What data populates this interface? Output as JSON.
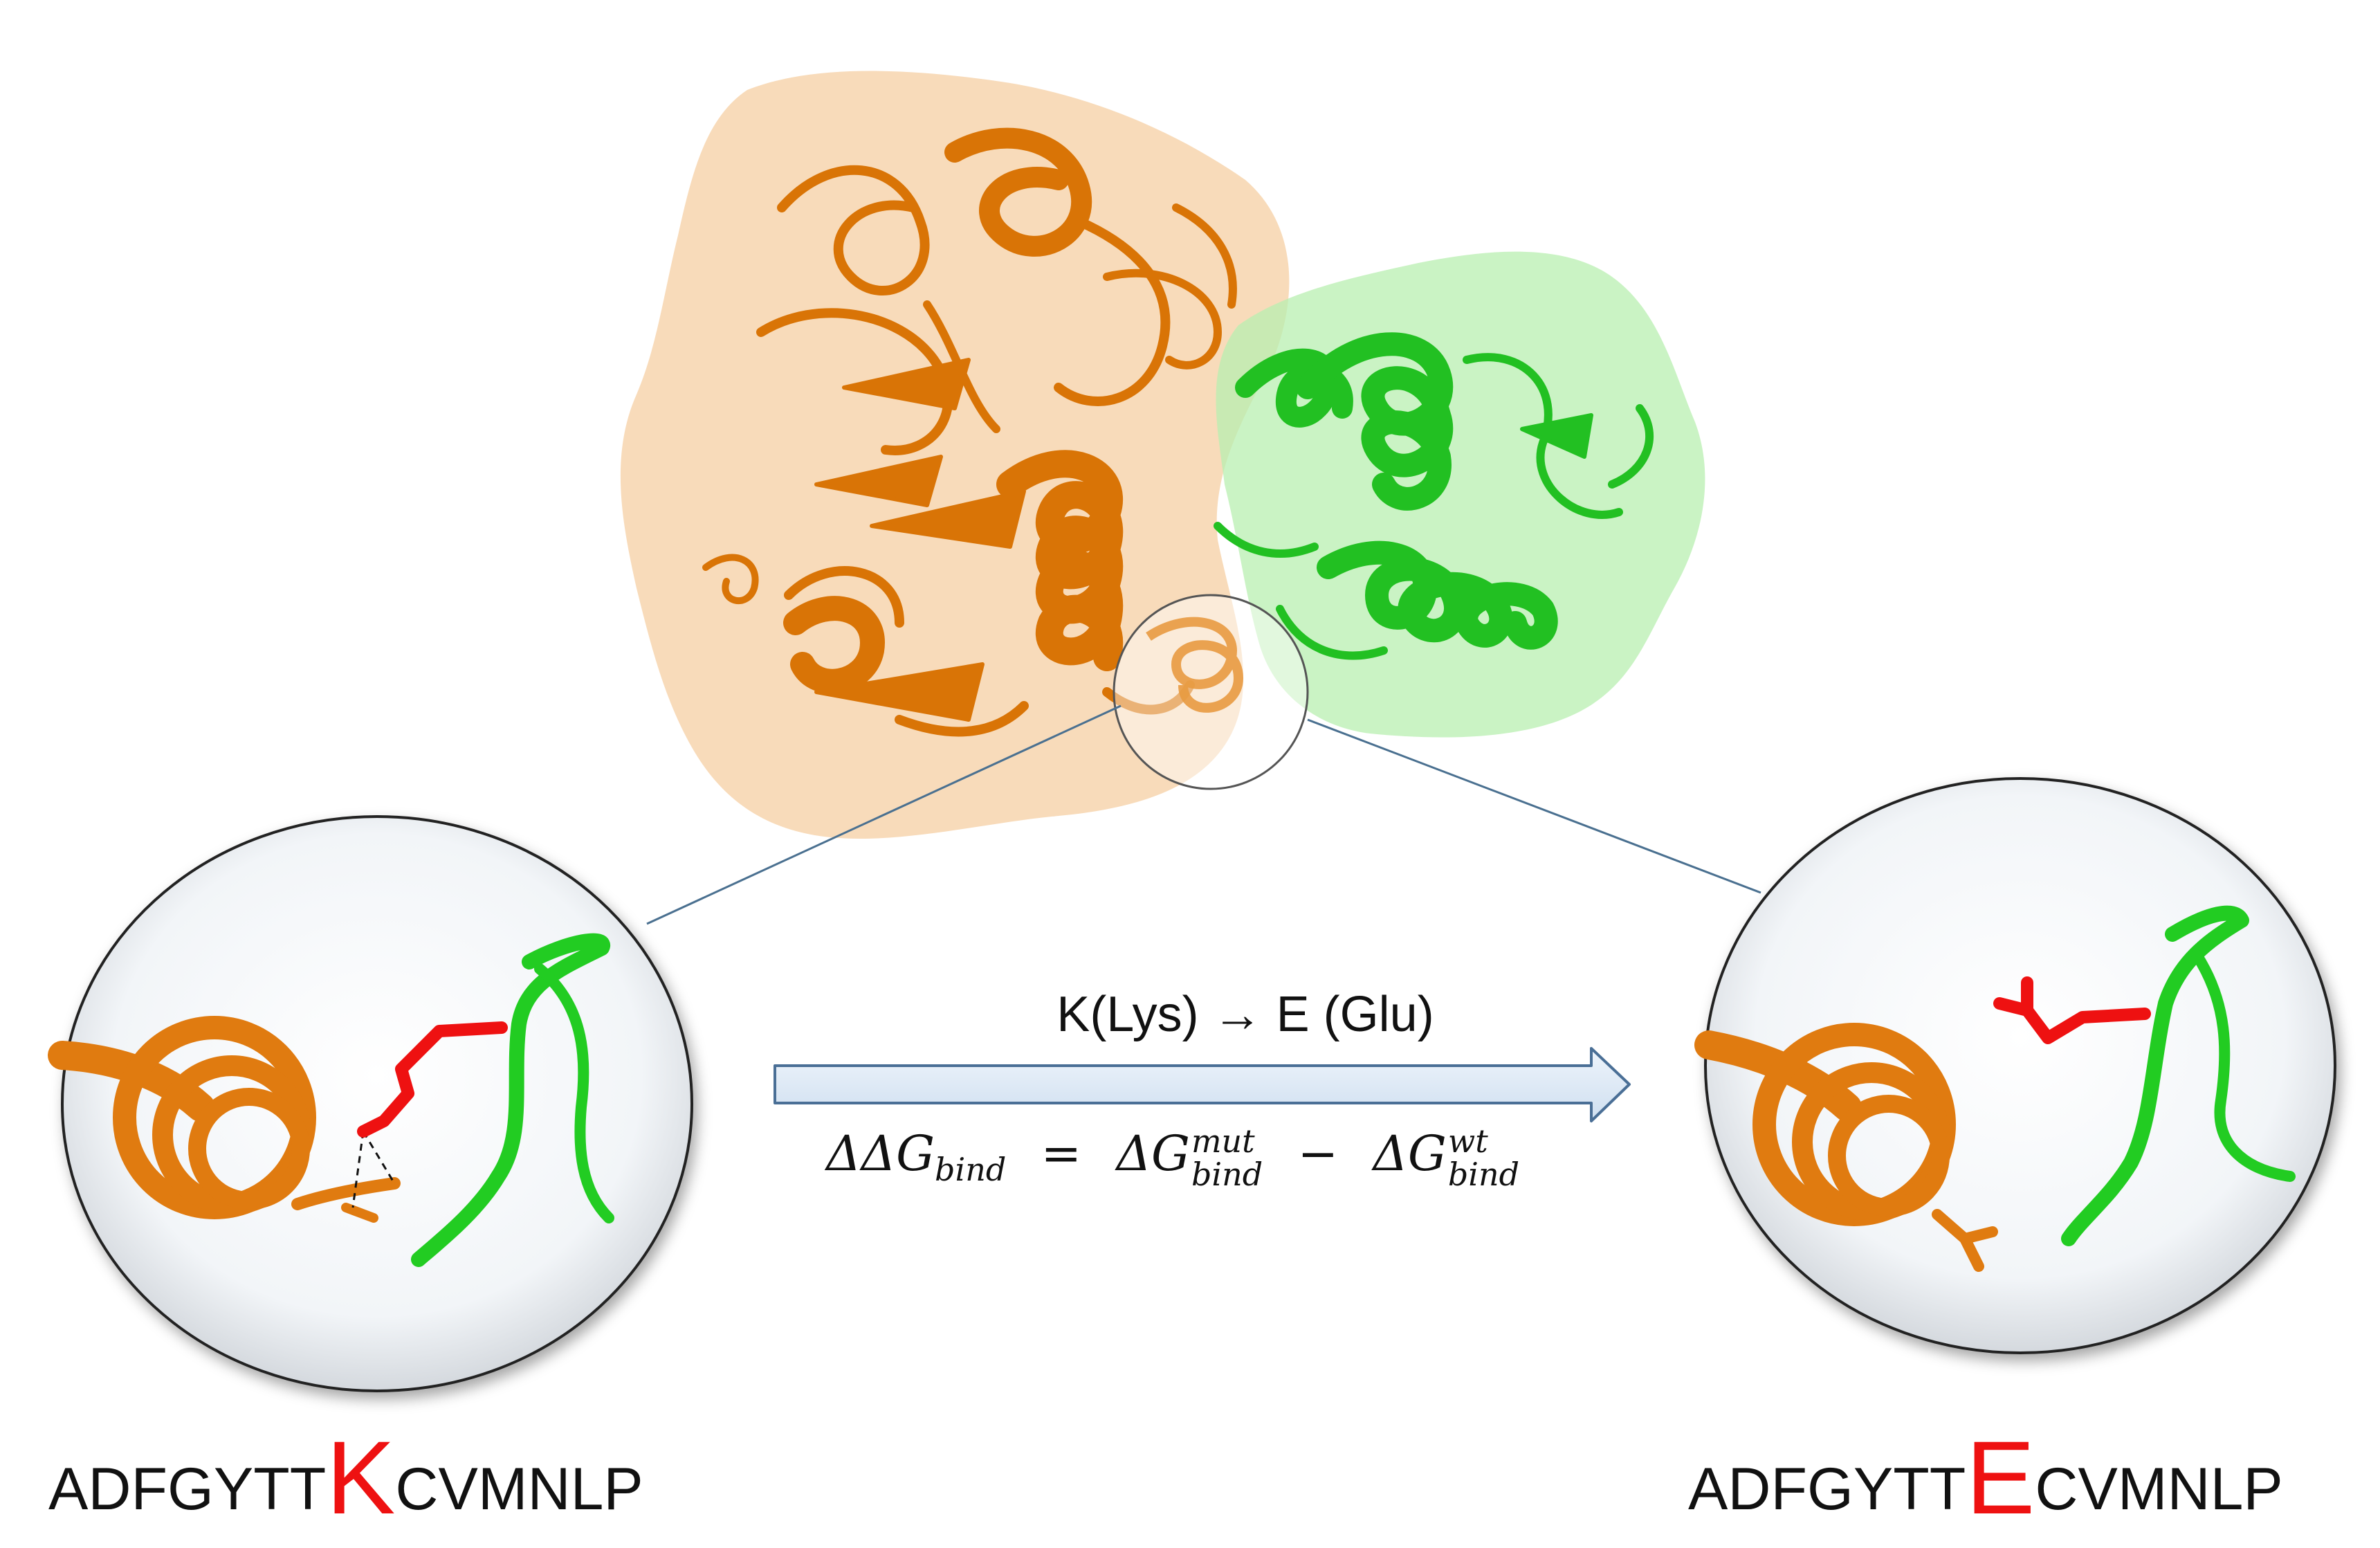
{
  "mutation": {
    "label": "K(Lys) → E (Glu)"
  },
  "equation": {
    "lhs_symbol": "ΔΔG",
    "lhs_sub": "bind",
    "equals": "=",
    "term1_symbol": "ΔG",
    "term1_sup": "mut",
    "term1_sub": "bind",
    "minus": "−",
    "term2_symbol": "ΔG",
    "term2_sup": "wt",
    "term2_sub": "bind"
  },
  "sequences": {
    "wildtype": {
      "prefix": "ADFGYTT",
      "residue": "K",
      "suffix": "CVMNLP"
    },
    "mutant": {
      "prefix": "ADFGYTT",
      "residue": "E",
      "suffix": "CVMNLP"
    }
  },
  "colors": {
    "protein_a": "#e07b10",
    "protein_b": "#22cc22",
    "mutated_residue": "#ee1111",
    "arrow_fill": "#dce8f6",
    "arrow_stroke": "#4a6f96",
    "connector_line": "#4a7090"
  }
}
